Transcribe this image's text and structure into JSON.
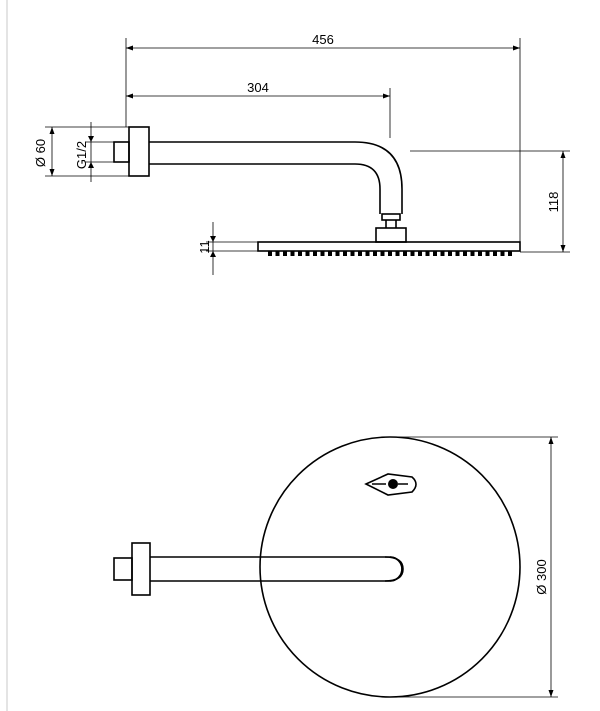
{
  "side_view": {
    "dim_overall_length": "456",
    "dim_arm_length": "304",
    "dim_height": "118",
    "dim_head_thickness": "11",
    "dim_flange_diameter": "Ø 60",
    "dim_thread": "G1/2"
  },
  "top_view": {
    "dim_head_diameter": "Ø 300",
    "logo_name": "brand-logo"
  }
}
